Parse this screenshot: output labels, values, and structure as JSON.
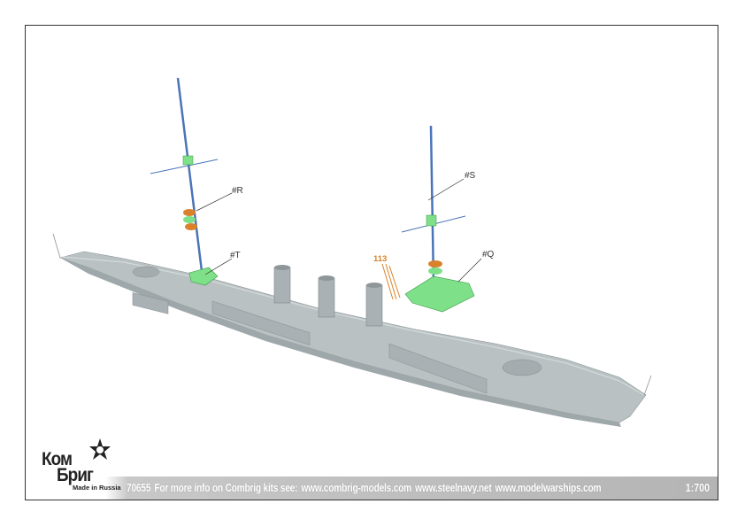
{
  "callouts": {
    "R": "#R",
    "T": "#T",
    "S": "#S",
    "Q": "#Q",
    "part_113": "113"
  },
  "footer": {
    "code": "70655",
    "info": "For more info on Combrig kits see:",
    "site1": "www.combrig-models.com",
    "site2": "www.steelnavy.net",
    "site3": "www.modelwarships.com",
    "scale": "1:700"
  },
  "logo": {
    "line1": "Ком",
    "line2": "Бриг",
    "made_in": "Made in Russia"
  },
  "colors": {
    "hull": "#b9c1c3",
    "highlight_green": "#7fe08a",
    "mast_blue": "#4a74b8",
    "photoetch_orange": "#d9822b"
  }
}
